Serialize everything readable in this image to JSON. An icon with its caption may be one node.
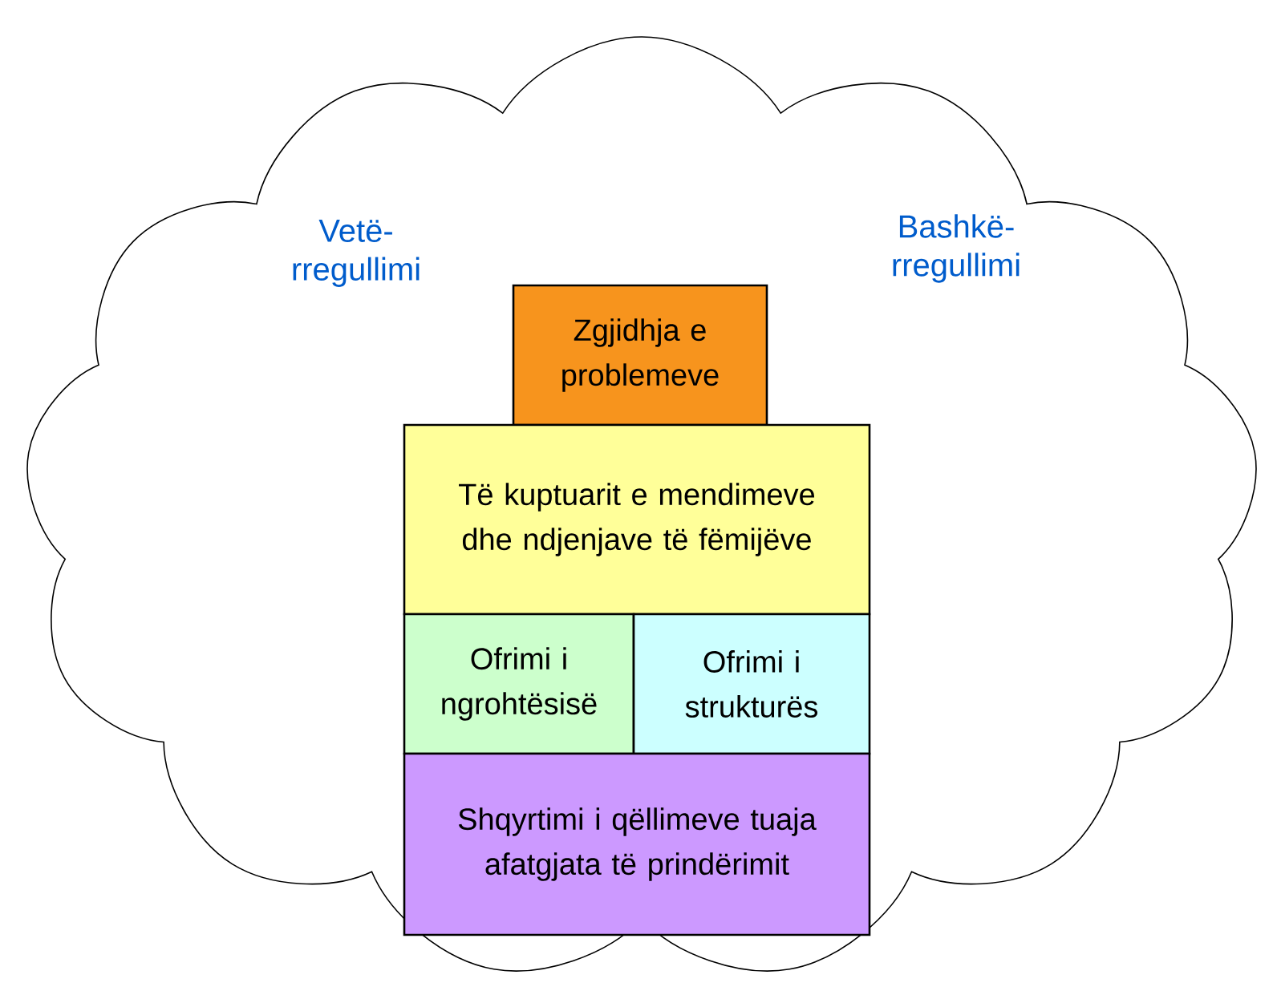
{
  "diagram": {
    "nodes": [
      {
        "text": [
          "Vetë- rregullimi",
          "Bashkë- rregullimi"
        ]
      },
      {
        "text": [
          "Zgjidhja e problemeve"
        ],
        "in": 0
      },
      {
        "text": [
          "Të kuptuarit e mendimeve dhe ndjenjave të fëmijëve"
        ],
        "in": 0
      },
      {
        "text": [
          "Ofrimi i ngrohtësisë"
        ],
        "in": 0
      },
      {
        "text": [
          "Ofrimi i strukturës"
        ],
        "in": 0
      },
      {
        "text": [
          "Shqyrtimi i qëllimeve tuaja afatgjata të prindërimit"
        ],
        "in": 0
      }
    ]
  }
}
